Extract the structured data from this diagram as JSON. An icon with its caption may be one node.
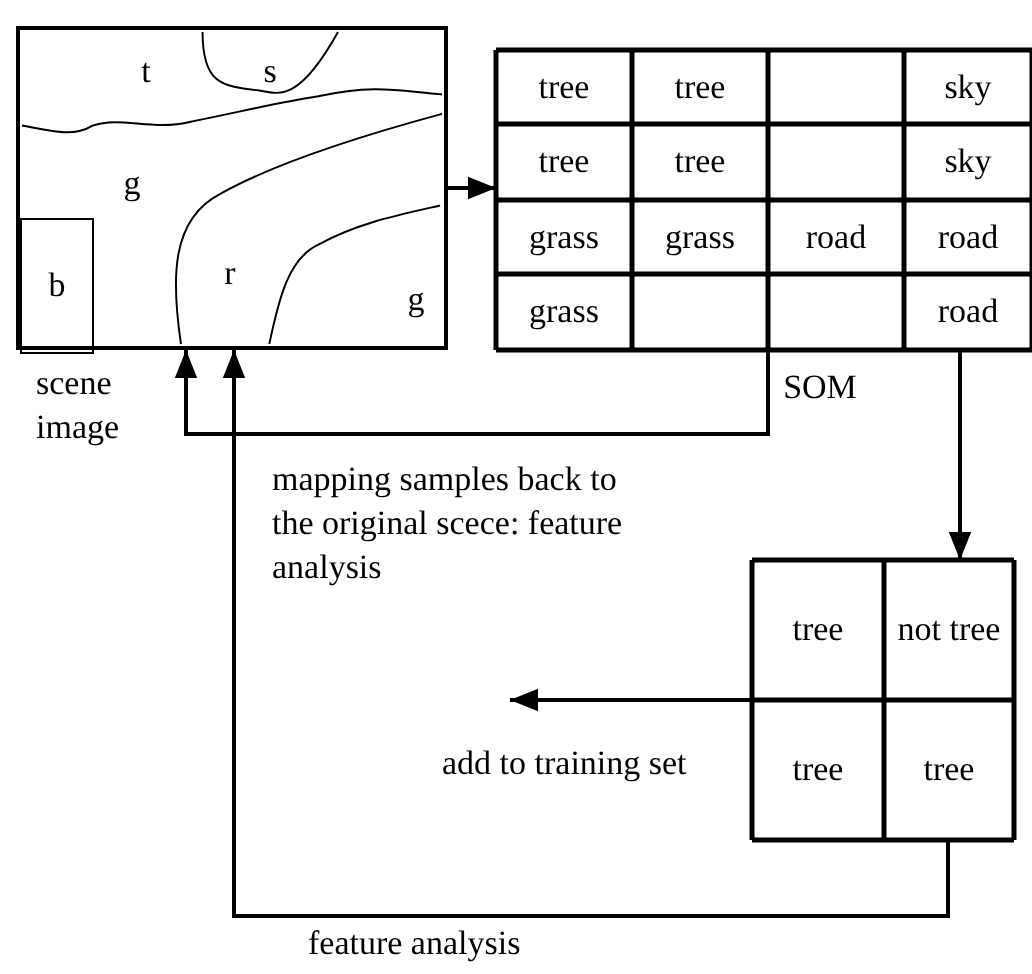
{
  "diagram": {
    "nodes": [
      {
        "text": [],
        "shape": "picture",
        "beside": [
          "scene image"
        ]
      },
      {
        "text": [
          "b"
        ],
        "in": 0
      },
      {
        "text": [],
        "shape": "box",
        "beside": [
          "SOM"
        ]
      },
      {
        "text": [],
        "shape": "box"
      },
      {
        "text": [
          "add to training set"
        ]
      }
    ],
    "edges": [
      {
        "from": 0,
        "to": 2,
        "arrow": "to"
      },
      {
        "from": 2,
        "to": 0,
        "arrow": "to",
        "label": "mapping samples back to the original scece: feature analysis"
      },
      {
        "from": 2,
        "to": 3,
        "arrow": "to"
      },
      {
        "from": 3,
        "to": 4,
        "arrow": "to"
      },
      {
        "from": 3,
        "to": 0,
        "arrow": "to",
        "label": "feature analysis"
      }
    ],
    "labels": [
      "t",
      "s",
      "g",
      "r",
      "g",
      "tree",
      "tree",
      "sky",
      "tree",
      "tree",
      "sky",
      "grass",
      "grass",
      "road",
      "road",
      "grass",
      "road",
      "tree",
      "not tree",
      "tree",
      "tree"
    ]
  }
}
